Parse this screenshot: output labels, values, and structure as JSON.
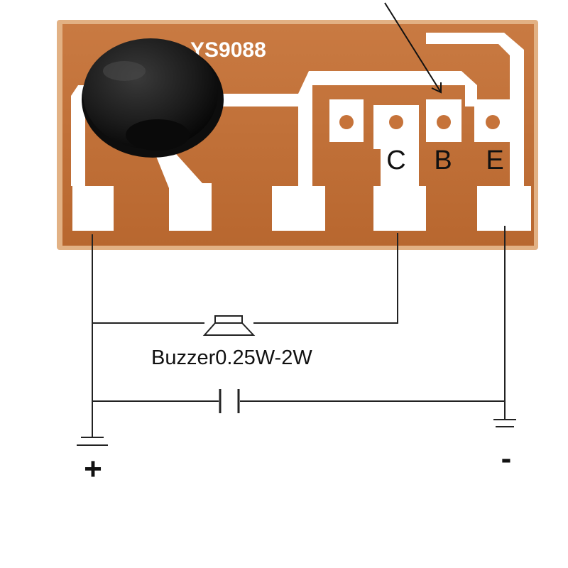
{
  "board": {
    "marking": "YS9088",
    "pin_labels": {
      "c": "C",
      "b": "B",
      "e": "E"
    }
  },
  "circuit": {
    "buzzer_label": "Buzzer0.25W-2W",
    "positive_label": "+",
    "negative_label": "-"
  },
  "colors": {
    "pcb": "#c6733a",
    "pcb_edge": "#e8b88a",
    "copper": "#ffffff",
    "blob": "#1a1a1a",
    "wire": "#222222"
  }
}
